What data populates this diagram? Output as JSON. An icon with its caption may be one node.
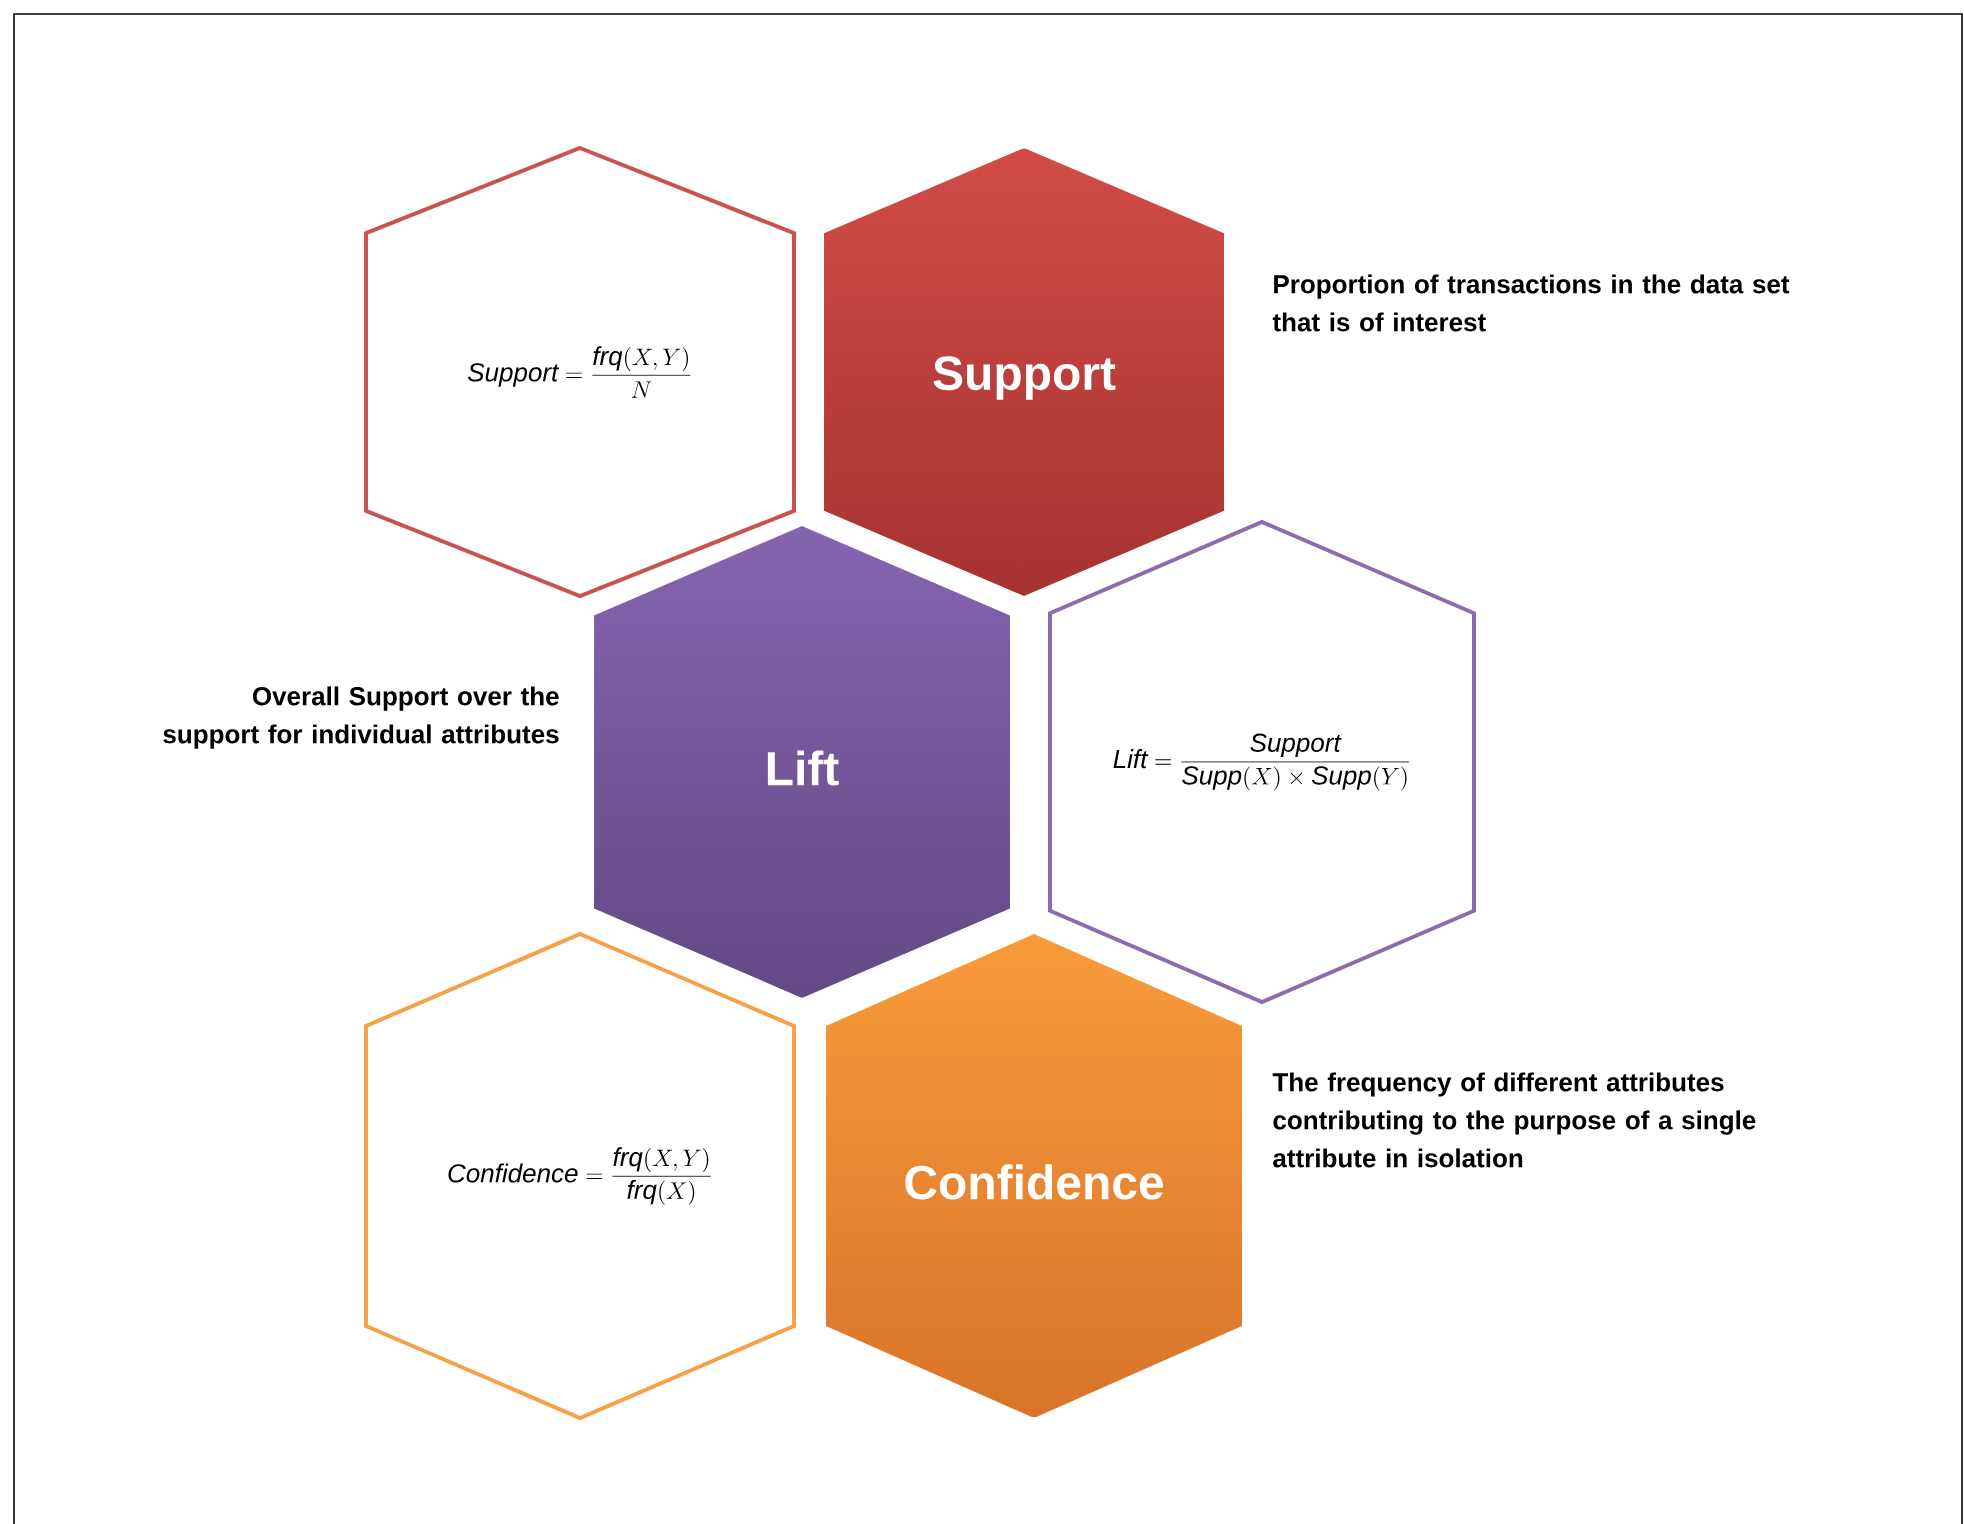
{
  "diagram": {
    "nodes": [
      {
        "text": [
          "\\mathit{Support}=\\frac{\\mathit{frq}(X,Y)}{N}"
        ]
      },
      {
        "text": [
          "Support"
        ],
        "beside": [
          "Proportion of transactions in the data set that is of interest"
        ]
      },
      {
        "text": [
          "Lift"
        ],
        "beside": [
          "Overall Support over the support for individual attributes"
        ]
      },
      {
        "text": [
          "\\mathit{Lift}=\\frac{\\mathit{Support}}{\\mathit{Supp}(X)\\times \\mathit{Supp}(Y)}"
        ]
      },
      {
        "text": [
          "\\mathit{Confidence}=\\frac{\\mathit{frq}(X,Y)}{\\mathit{frq}(X)}"
        ]
      },
      {
        "text": [
          "Confidence"
        ],
        "beside": [
          "The frequency of different attributes contributing to the purpose of a single attribute in isolation"
        ]
      }
    ]
  }
}
